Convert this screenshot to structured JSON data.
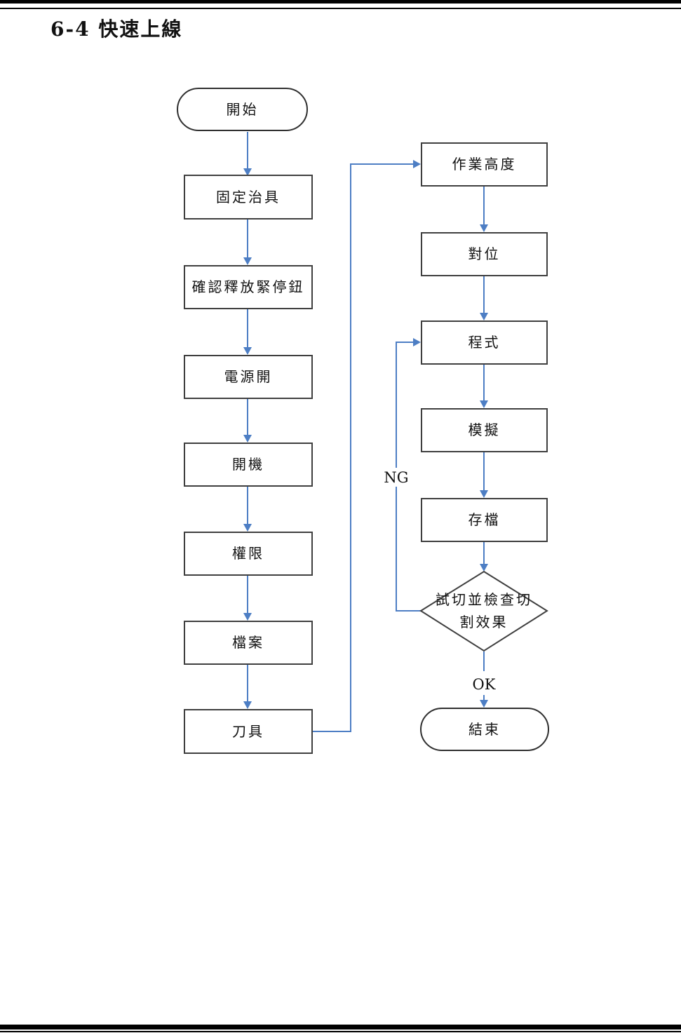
{
  "page": {
    "section_title": "6-4 快速上線"
  },
  "flowchart": {
    "nodes": {
      "start": "開始",
      "fix_jig": "固定治具",
      "release_estop": "確認釋放緊停鈕",
      "power_on": "電源開",
      "boot": "開機",
      "permission": "權限",
      "file": "檔案",
      "tool": "刀具",
      "work_height": "作業高度",
      "alignment": "對位",
      "program": "程式",
      "simulation": "模擬",
      "save_file": "存檔",
      "test_cut": "試切並檢查切割效果",
      "end": "結束"
    },
    "labels": {
      "ng": "NG",
      "ok": "OK"
    },
    "colors": {
      "connector": "#4d7ec4",
      "border": "#3f3f3f"
    }
  }
}
